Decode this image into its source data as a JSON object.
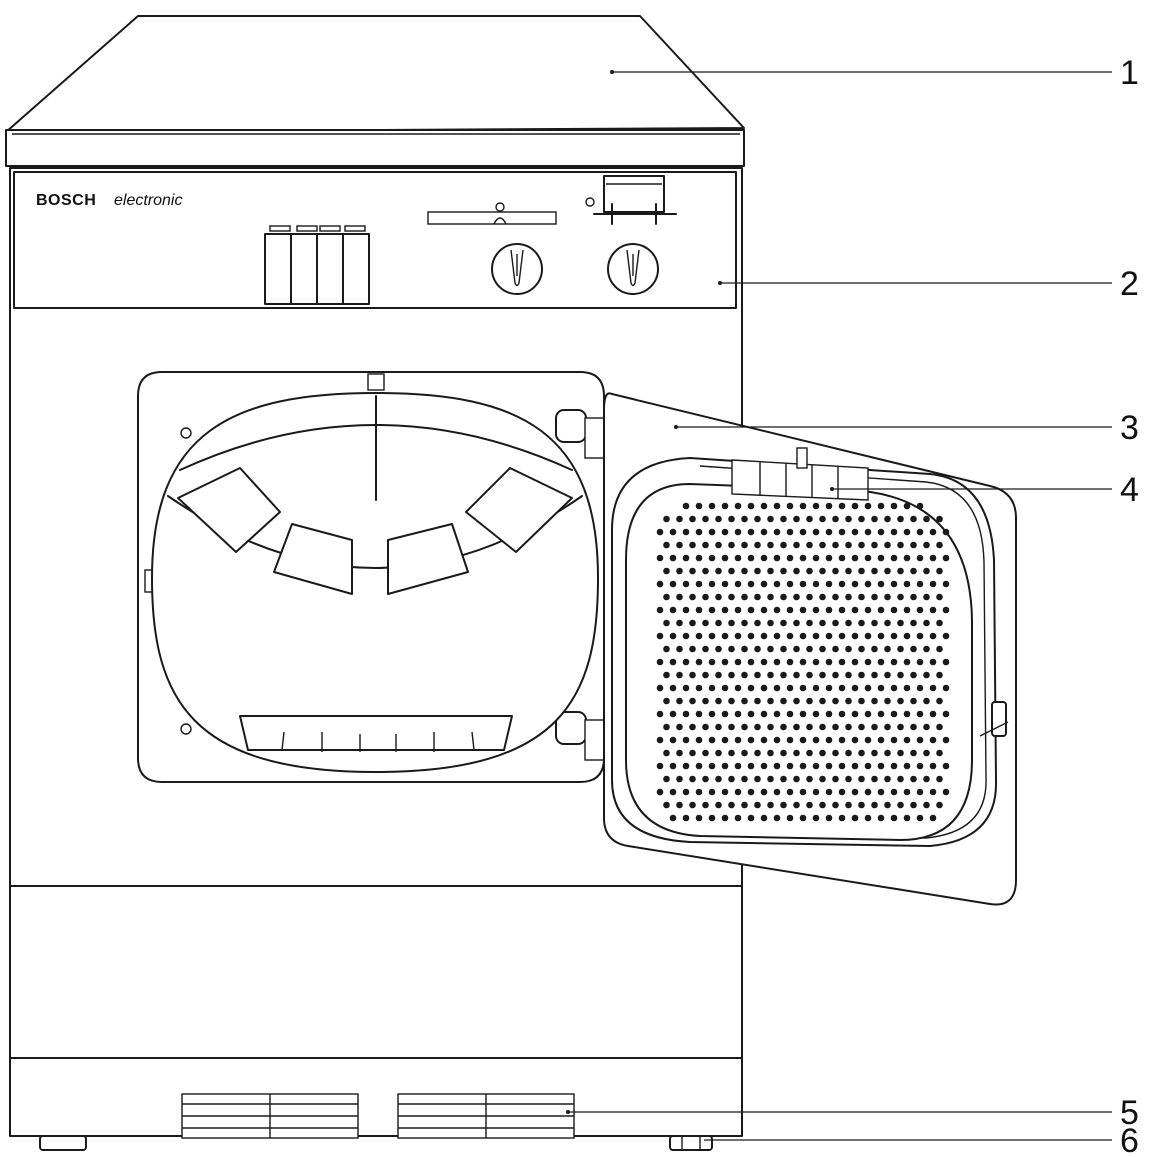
{
  "brand": {
    "name": "BOSCH",
    "tagline": "electronic"
  },
  "callouts": [
    {
      "label": "1"
    },
    {
      "label": "2"
    },
    {
      "label": "3"
    },
    {
      "label": "4"
    },
    {
      "label": "5"
    },
    {
      "label": "6"
    }
  ],
  "colors": {
    "line": "#1a1a1a",
    "background": "#ffffff"
  }
}
